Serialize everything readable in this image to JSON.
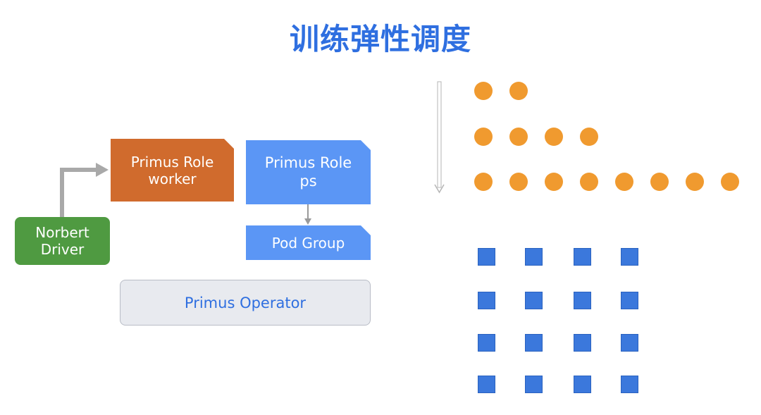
{
  "title": "训练弹性调度",
  "nodes": {
    "worker": [
      "Primus Role",
      "worker"
    ],
    "ps": [
      "Primus Role",
      "ps"
    ],
    "pod_group": "Pod Group",
    "norbert": [
      "Norbert",
      "Driver"
    ],
    "operator": "Primus Operator"
  },
  "right_panel": {
    "circle_rows": [
      2,
      4,
      8
    ],
    "square_grid": {
      "rows": 4,
      "cols": 4
    }
  },
  "colors": {
    "title": "#2f6fe0",
    "worker": "#d06b2d",
    "ps": "#5b96f5",
    "norbert": "#4f9a41",
    "operator_bg": "#e8eaef",
    "circle": "#f09a2f",
    "square": "#3b78dc"
  }
}
